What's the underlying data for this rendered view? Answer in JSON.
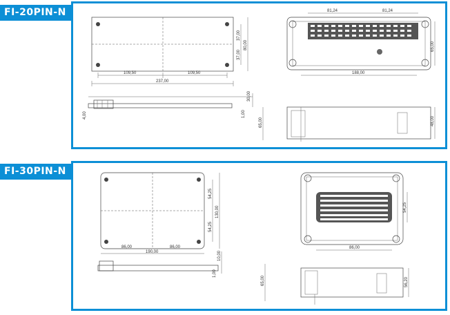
{
  "panels": [
    {
      "tag": "FI-20PIN-N",
      "dims": {
        "top_w1": "109,50",
        "top_w2": "109,50",
        "top_total": "237,00",
        "top_h1": "37,00",
        "top_h2": "37,00",
        "top_total_h": "80,00",
        "right_a": "81,24",
        "right_b": "81,24",
        "right_h": "65,00",
        "right_w": "188,00",
        "side_h1": "30,00",
        "side_h2": "4,00",
        "side_h3": "1,00",
        "side_h4": "65,00",
        "side_r": "48,00"
      }
    },
    {
      "tag": "FI-30PIN-N",
      "dims": {
        "top_w1": "86,00",
        "top_w2": "86,00",
        "top_total": "190,00",
        "top_h1": "54,25",
        "top_h2": "54,25",
        "top_total_h": "130,00",
        "right_h": "54,25",
        "right_w": "86,00",
        "side_h1": "10,00",
        "side_h2": "1,00",
        "side_h3": "65,00",
        "side_r": "56,20"
      }
    }
  ]
}
